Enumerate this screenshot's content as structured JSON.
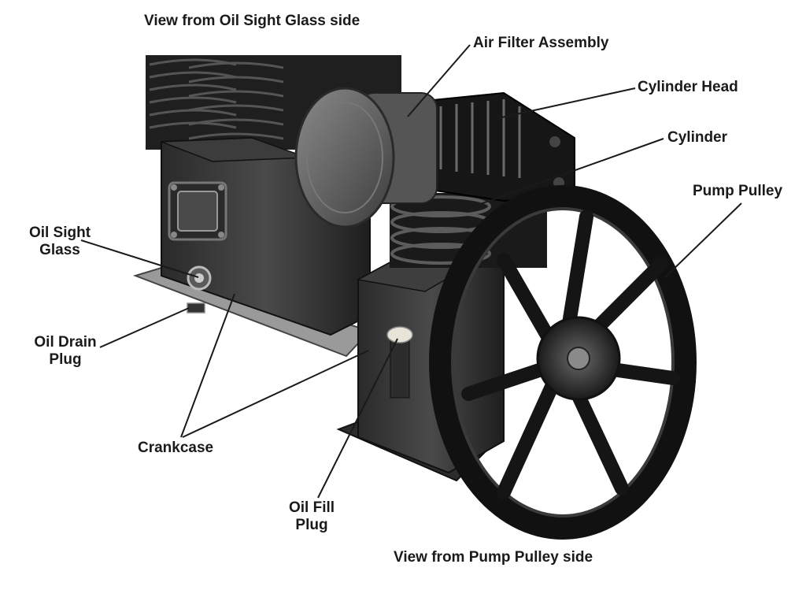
{
  "captions": {
    "top": "View from Oil Sight Glass side",
    "bottom": "View from Pump Pulley side"
  },
  "labels": {
    "air_filter": "Air Filter Assembly",
    "cylinder_head": "Cylinder Head",
    "cylinder": "Cylinder",
    "pump_pulley": "Pump Pulley",
    "oil_sight_glass_1": "Oil Sight",
    "oil_sight_glass_2": "Glass",
    "oil_drain_plug_1": "Oil Drain",
    "oil_drain_plug_2": "Plug",
    "crankcase": "Crankcase",
    "oil_fill_plug_1": "Oil Fill",
    "oil_fill_plug_2": "Plug"
  },
  "colors": {
    "metal_dark": "#1c1c1c",
    "metal_mid": "#3a3a3a",
    "metal_light": "#6a6a6a",
    "filter_gray": "#5a5a5a",
    "plug_cream": "#e8e4d8"
  }
}
